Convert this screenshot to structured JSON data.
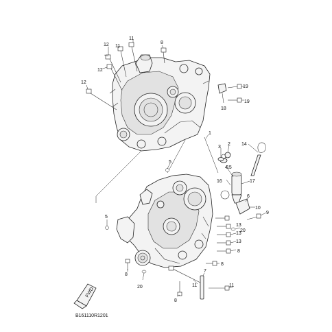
{
  "callouts": [
    {
      "id": "c1",
      "text": "1"
    },
    {
      "id": "c2",
      "text": "2"
    },
    {
      "id": "c3",
      "text": "3"
    },
    {
      "id": "c4",
      "text": "4"
    },
    {
      "id": "c5a",
      "text": "5"
    },
    {
      "id": "c5b",
      "text": "5"
    },
    {
      "id": "c6",
      "text": "6"
    },
    {
      "id": "c7",
      "text": "7"
    },
    {
      "id": "c8a",
      "text": "8"
    },
    {
      "id": "c8b",
      "text": "8"
    },
    {
      "id": "c8c",
      "text": "8"
    },
    {
      "id": "c8d",
      "text": "8"
    },
    {
      "id": "c8e",
      "text": "8"
    },
    {
      "id": "c9",
      "text": "9"
    },
    {
      "id": "c10",
      "text": "10"
    },
    {
      "id": "c11a",
      "text": "11"
    },
    {
      "id": "c11b",
      "text": "11"
    },
    {
      "id": "c11c",
      "text": "11"
    },
    {
      "id": "c11d",
      "text": "11"
    },
    {
      "id": "c12a",
      "text": "12"
    },
    {
      "id": "c12b",
      "text": "12"
    },
    {
      "id": "c12c",
      "text": "12"
    },
    {
      "id": "c13a",
      "text": "13"
    },
    {
      "id": "c13b",
      "text": "13"
    },
    {
      "id": "c13c",
      "text": "13"
    },
    {
      "id": "c14",
      "text": "14"
    },
    {
      "id": "c15",
      "text": "15"
    },
    {
      "id": "c16",
      "text": "16"
    },
    {
      "id": "c17",
      "text": "17"
    },
    {
      "id": "c18",
      "text": "18"
    },
    {
      "id": "c19a",
      "text": "19"
    },
    {
      "id": "c19b",
      "text": "19"
    },
    {
      "id": "c20a",
      "text": "20"
    },
    {
      "id": "c20b",
      "text": "20"
    }
  ],
  "fwd_label": "FWD",
  "diagram_code": "B161110R1201"
}
